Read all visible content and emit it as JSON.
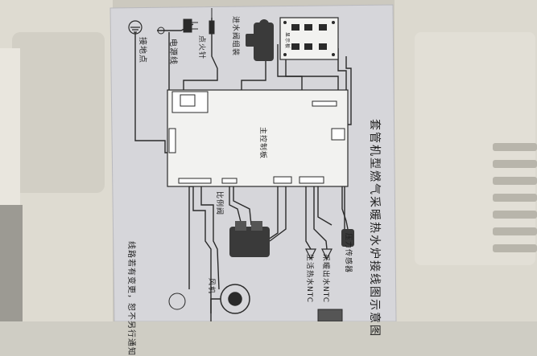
{
  "panel_title": "套管机型燃气采暖热水炉接线图示意图",
  "labels": {
    "ground_point": "接地点",
    "power_cord": "电源线",
    "ignition_needle": "点火针",
    "water_valve_assembly": "进水阀组装",
    "display_board": "显示板",
    "main_board": "主控制板",
    "proportional_valve": "比例阀",
    "fan": "风机",
    "pressure_sensor": "压力传感器",
    "heating_outlet_ntc": "采暖出水NTC",
    "dhw_outlet_ntc": "生活热水NTC",
    "notice": "线路若有变更，恕不另行通知"
  },
  "colors": {
    "panel": "#d7d7da",
    "casing": "#e8e6dd",
    "wire": "#2a2a2a",
    "board": "#f2f2f0"
  }
}
